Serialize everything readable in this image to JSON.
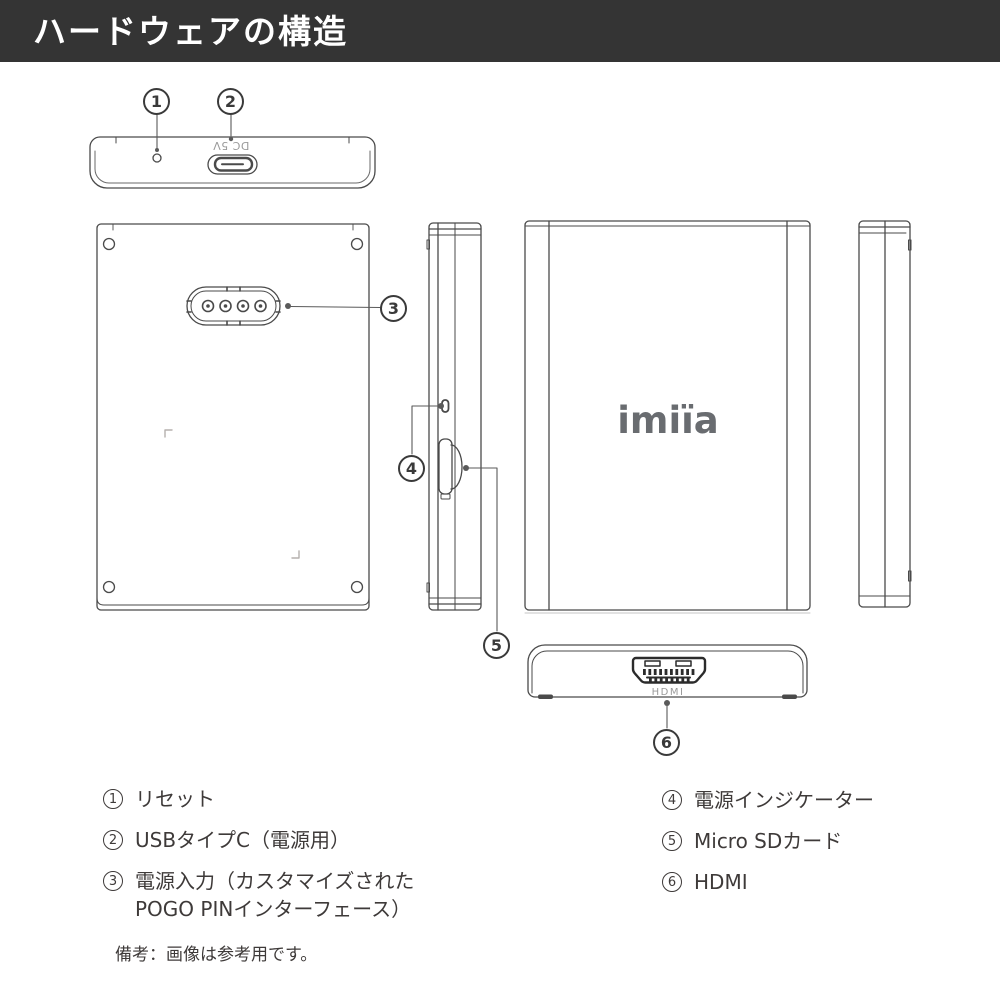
{
  "header": {
    "title": "ハードウェアの構造"
  },
  "diagram": {
    "labels": {
      "usb_power": "DC 5V",
      "hdmi": "HDMI",
      "logo": "imiïa"
    },
    "callouts": [
      "1",
      "2",
      "3",
      "4",
      "5",
      "6"
    ]
  },
  "legend": {
    "columns": [
      {
        "items": [
          {
            "number": "1",
            "label": "リセット"
          },
          {
            "number": "2",
            "label": "USBタイプC（電源用）"
          },
          {
            "number": "3",
            "label": "電源入力（カスタマイズされた\nPOGO PINインターフェース）"
          }
        ]
      },
      {
        "items": [
          {
            "number": "4",
            "label": "電源インジケーター"
          },
          {
            "number": "5",
            "label": "Micro SDカード"
          },
          {
            "number": "6",
            "label": "HDMI"
          }
        ]
      }
    ]
  },
  "note": "備考：画像は参考用です。",
  "colors": {
    "header_bg": "#343434",
    "header_text": "#ffffff",
    "line": "#4a4a4a",
    "connector_dark": "#2b2b2b",
    "muted_label": "#9a9a9a",
    "logo": "#696c70",
    "text": "#3e3a39"
  }
}
